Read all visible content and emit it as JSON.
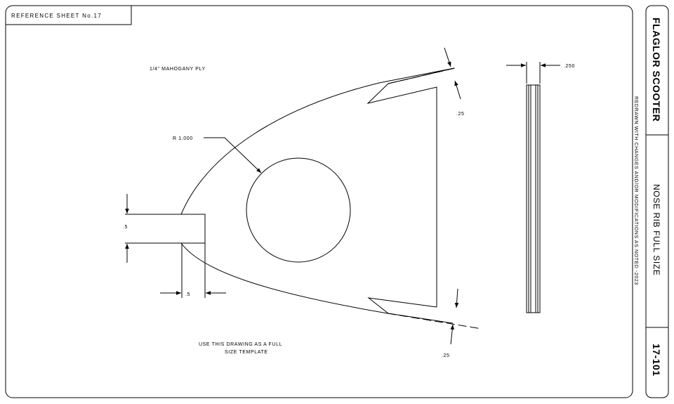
{
  "sheet": {
    "reference_label": "REFERENCE SHEET No.17",
    "project_title": "FLAGLOR SCOOTER",
    "drawing_title": "NOSE RIB FULL SIZE",
    "drawing_number": "17-101",
    "revision_note": "REDRAWN WITH CHANGES AND/OR MODIFICATIONS AS NOTED -2023"
  },
  "notes": {
    "material": "1/4\" MAHOGANY PLY",
    "usage_line1": "USE THIS DRAWING AS A FULL",
    "usage_line2": "SIZE TEMPLATE"
  },
  "dimensions": {
    "radius": "R 1.000",
    "slot_height": ".5",
    "slot_depth": ".5",
    "top_spar_notch": ".25",
    "bottom_spar_notch": ".25",
    "thickness": ".250"
  }
}
